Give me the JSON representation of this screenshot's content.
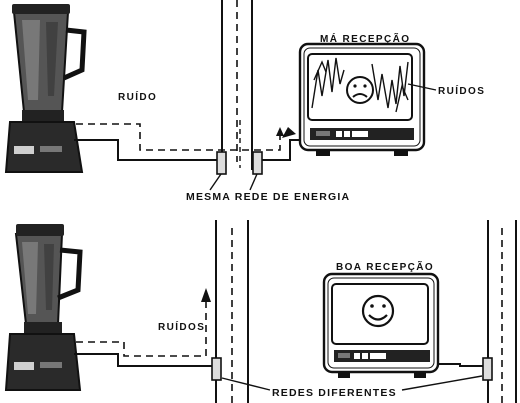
{
  "colors": {
    "ink": "#111111",
    "paper": "#ffffff",
    "shade": "#3a3a3a"
  },
  "top": {
    "noise_label": "RUÍDO",
    "tv_title": "MÁ RECEPÇÃO",
    "tv_noise_label": "RUÍDOS",
    "network_label": "MESMA REDE DE ENERGIA",
    "tv_face": "sad-face-icon"
  },
  "bottom": {
    "noise_label": "RUÍDOS",
    "tv_title": "BOA RECEPÇÃO",
    "network_label": "REDES DIFERENTES",
    "tv_face": "happy-face-icon"
  }
}
